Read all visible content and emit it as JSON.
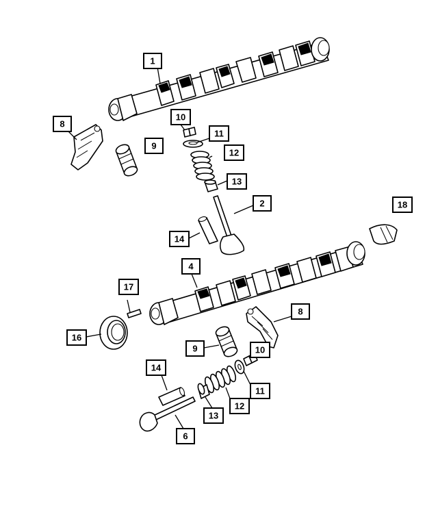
{
  "callouts": [
    {
      "id": "c1",
      "label": "1"
    },
    {
      "id": "c2",
      "label": "2"
    },
    {
      "id": "c4",
      "label": "4"
    },
    {
      "id": "c6",
      "label": "6"
    },
    {
      "id": "c8a",
      "label": "8"
    },
    {
      "id": "c8b",
      "label": "8"
    },
    {
      "id": "c9a",
      "label": "9"
    },
    {
      "id": "c9b",
      "label": "9"
    },
    {
      "id": "c10a",
      "label": "10"
    },
    {
      "id": "c10b",
      "label": "10"
    },
    {
      "id": "c11a",
      "label": "11"
    },
    {
      "id": "c11b",
      "label": "11"
    },
    {
      "id": "c12a",
      "label": "12"
    },
    {
      "id": "c12b",
      "label": "12"
    },
    {
      "id": "c13a",
      "label": "13"
    },
    {
      "id": "c13b",
      "label": "13"
    },
    {
      "id": "c14a",
      "label": "14"
    },
    {
      "id": "c14b",
      "label": "14"
    },
    {
      "id": "c16",
      "label": "16"
    },
    {
      "id": "c17",
      "label": "17"
    },
    {
      "id": "c18",
      "label": "18"
    }
  ]
}
